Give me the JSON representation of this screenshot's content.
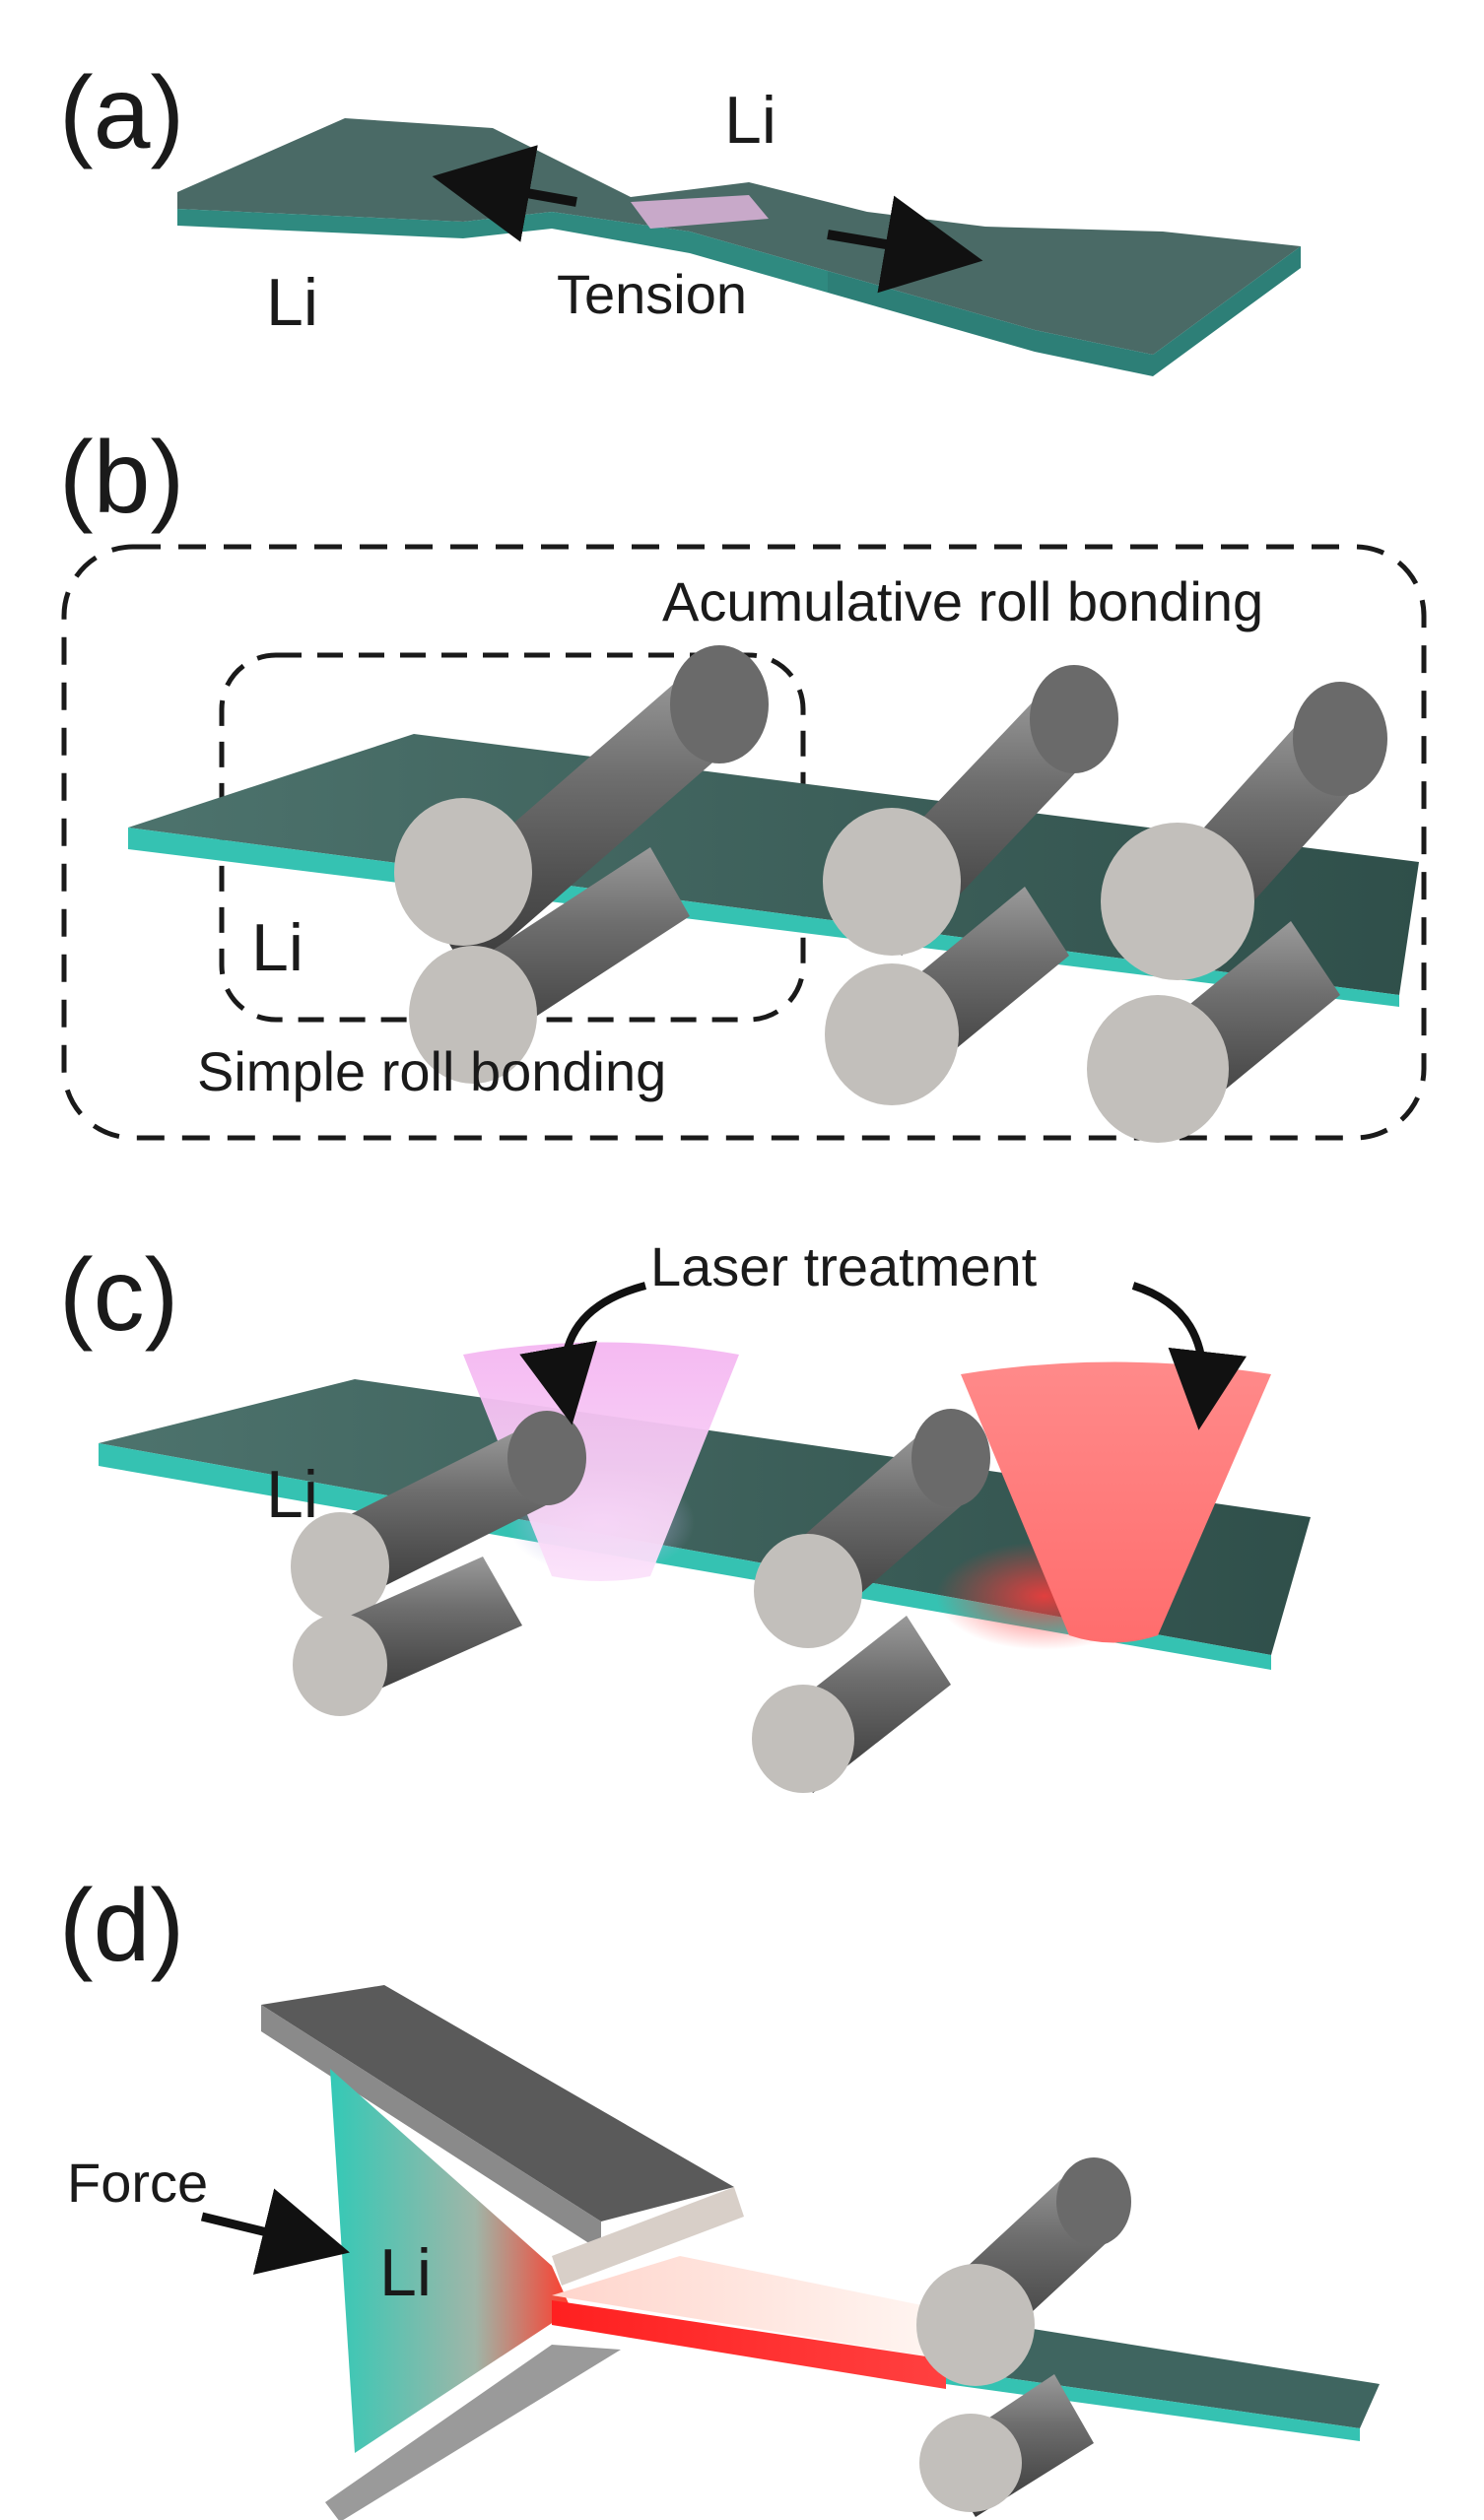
{
  "panels": {
    "a": {
      "label": "(a)",
      "material_top": "Li",
      "material_left": "Li",
      "process": "Tension"
    },
    "b": {
      "label": "(b)",
      "outer_box": "Acumulative roll bonding",
      "inner_box": "Simple roll bonding",
      "material": "Li"
    },
    "c": {
      "label": "(c)",
      "process": "Laser treatment",
      "material": "Li"
    },
    "d": {
      "label": "(d)",
      "force": "Force",
      "material": "Li"
    }
  },
  "colors": {
    "foil_top": "#3f6560",
    "foil_edge": "#2fbfb0",
    "roller_light": "#b8b8b8",
    "roller_dark": "#555555",
    "roller_cap": "#c2bfbb",
    "laser_pink": "#f7c8f5",
    "laser_red": "#ff7f7f",
    "hot_red": "#ff2a2a"
  },
  "icons": [
    "arrow-left-icon",
    "arrow-right-icon",
    "curved-arrow-icon",
    "force-arrow-icon"
  ]
}
